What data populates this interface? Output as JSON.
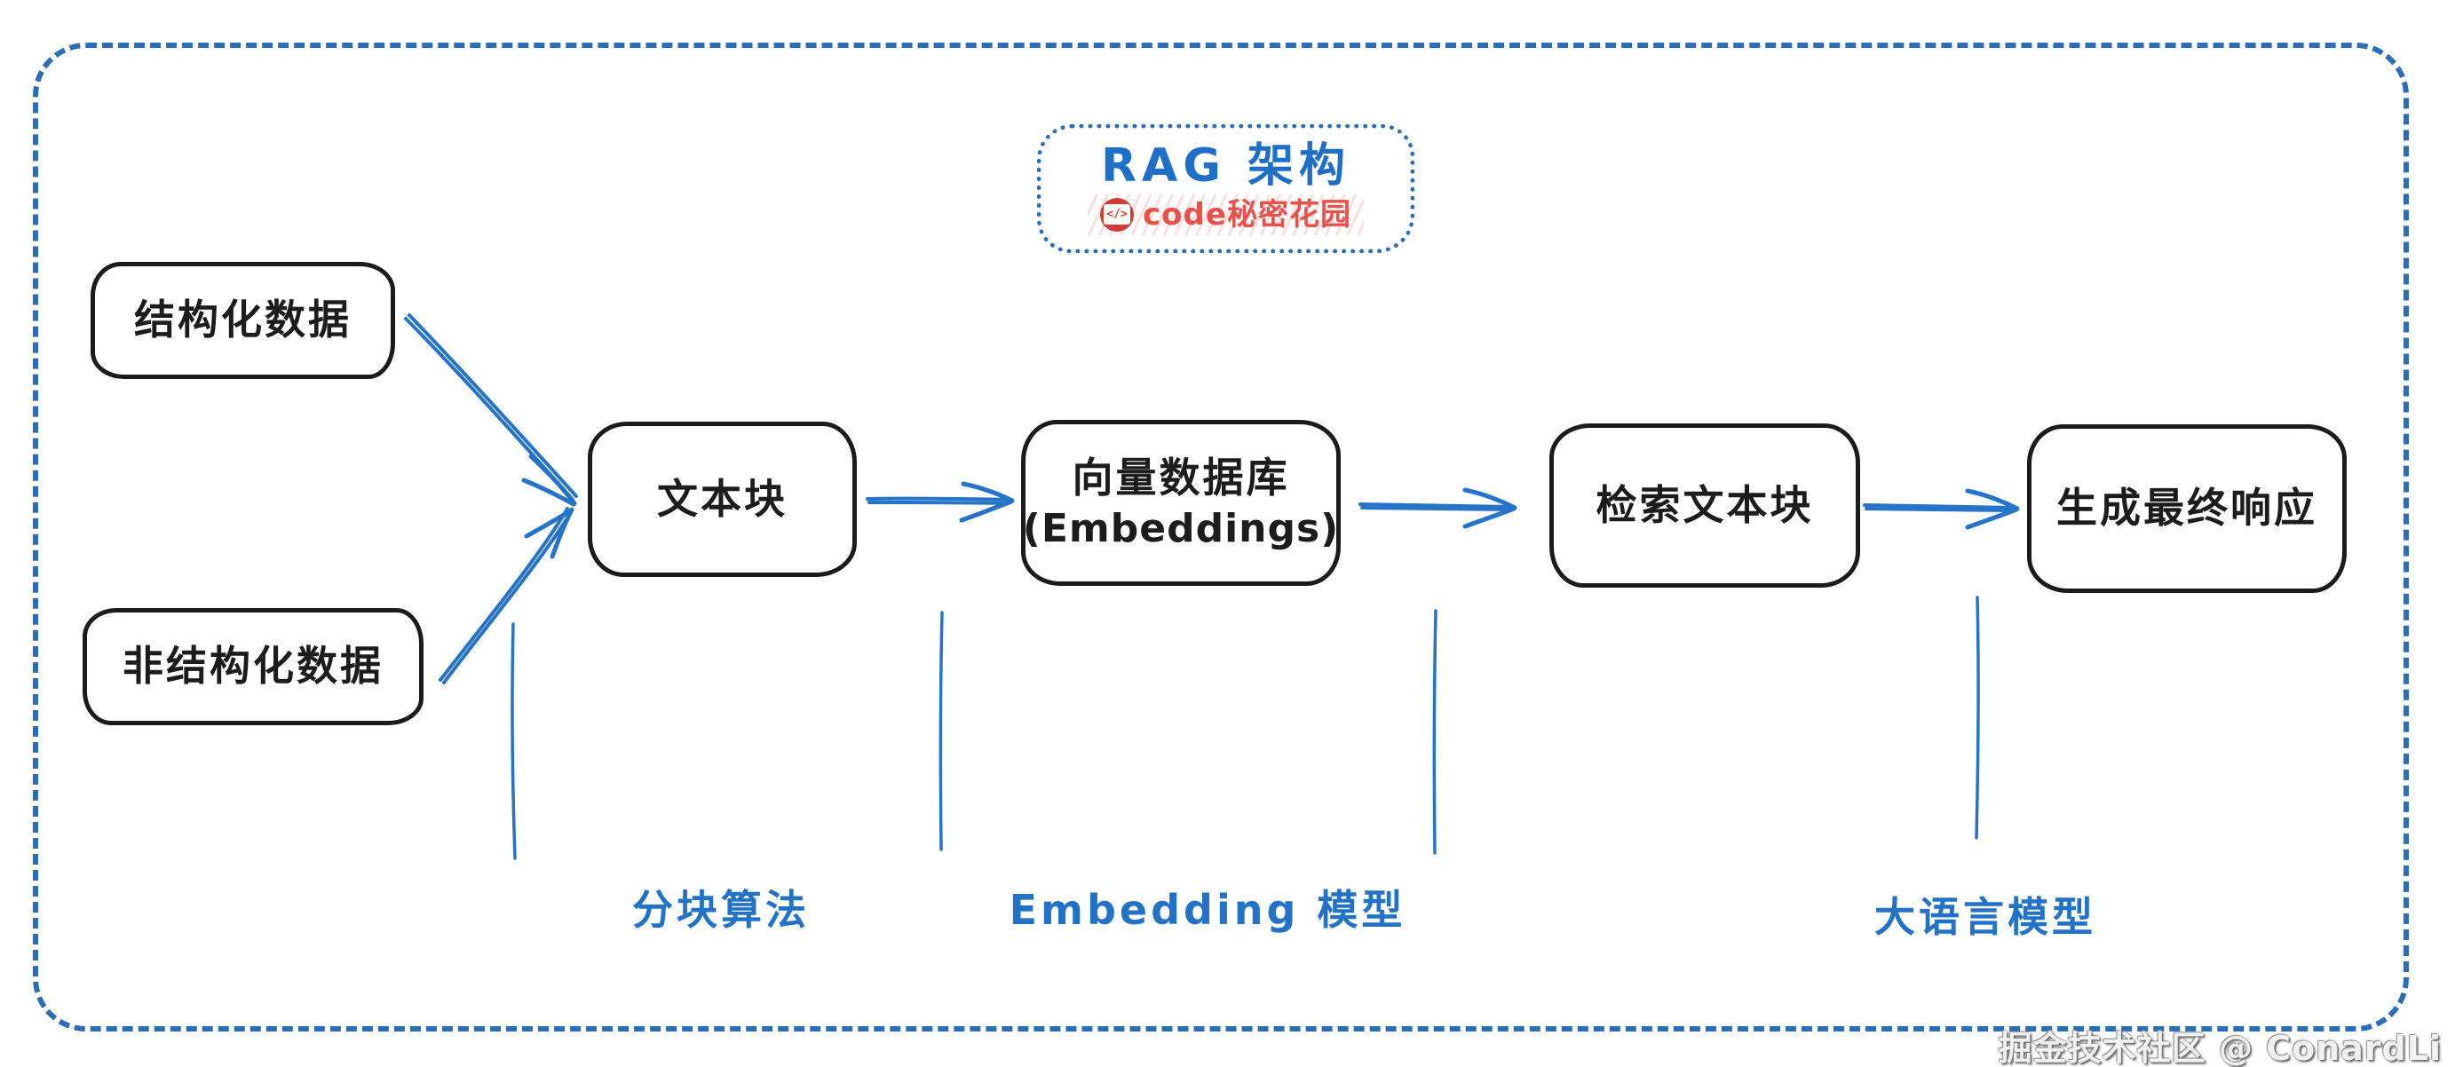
{
  "title_box": {
    "title": "RAG 架构",
    "brand": "code秘密花园",
    "brand_logo_glyph": "</>"
  },
  "nodes": {
    "structured": "结构化数据",
    "unstructured": "非结构化数据",
    "chunks": "文本块",
    "vectordb_line1": "向量数据库",
    "vectordb_line2": "(Embeddings)",
    "retrieved": "检索文本块",
    "response": "生成最终响应"
  },
  "stage_labels": {
    "chunking": "分块算法",
    "embedding": "Embedding 模型",
    "llm": "大语言模型"
  },
  "footer": {
    "credit": "掘金技术社区 @ ConardLi"
  },
  "colors": {
    "line_blue": "#2574c9",
    "text_blue": "#1e6fc8",
    "brand_red": "#e8514a",
    "ink_black": "#1b1b1b",
    "frame_blue": "#2b6db8"
  }
}
